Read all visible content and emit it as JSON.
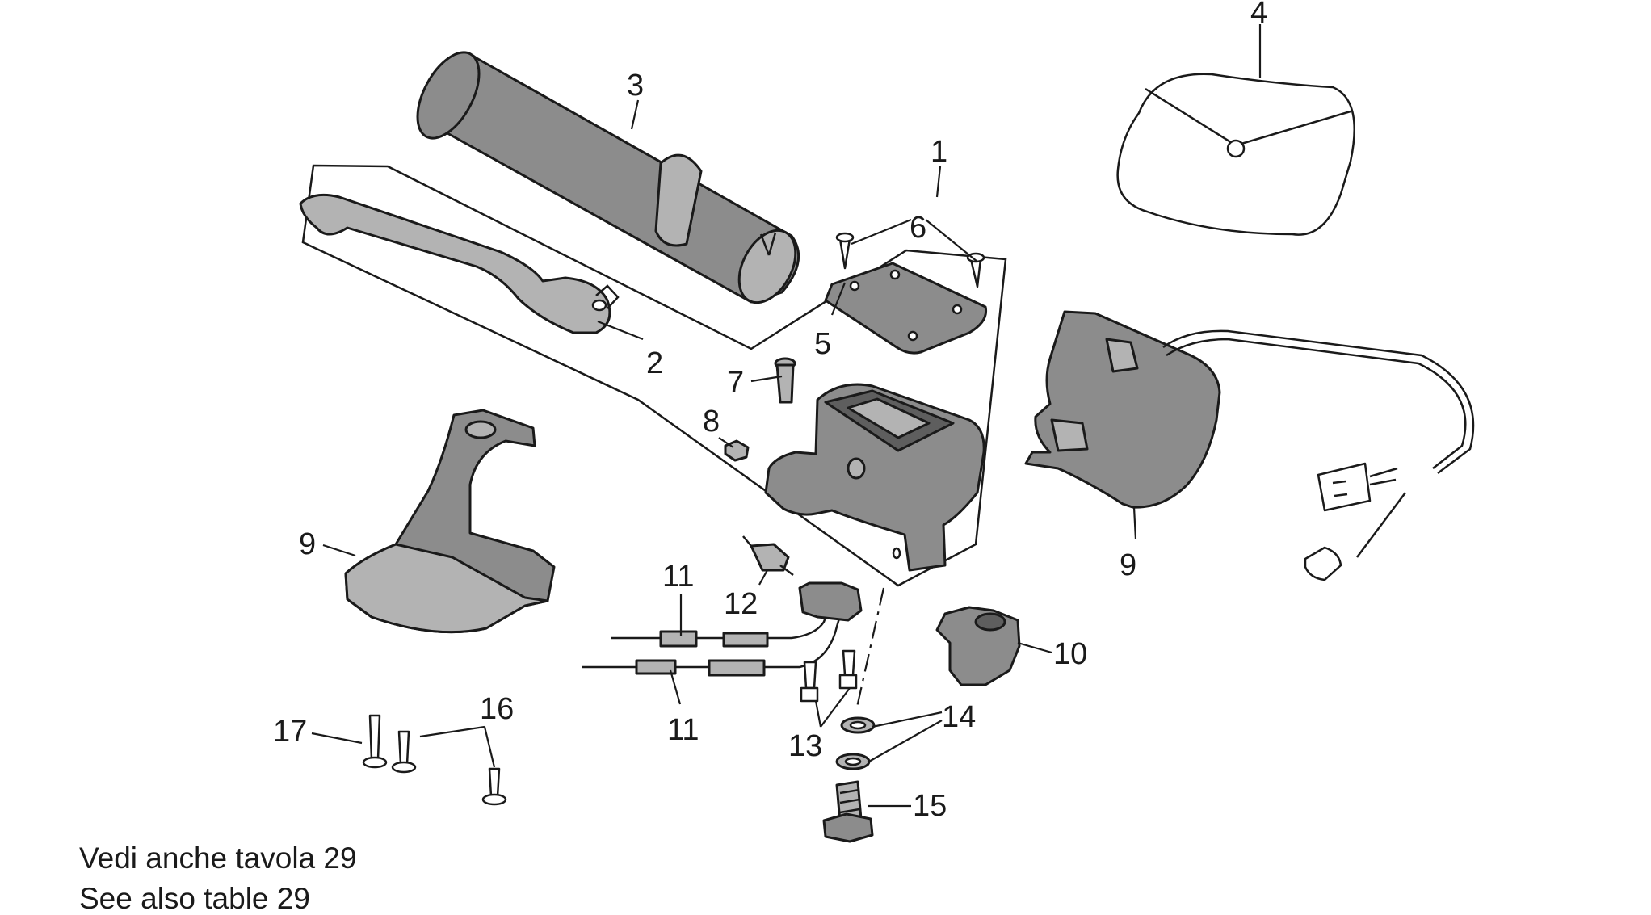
{
  "callouts": {
    "c1": "1",
    "c2": "2",
    "c3": "3",
    "c4": "4",
    "c5": "5",
    "c6": "6",
    "c7": "7",
    "c8": "8",
    "c9a": "9",
    "c9b": "9",
    "c10": "10",
    "c11a": "11",
    "c11b": "11",
    "c12": "12",
    "c13": "13",
    "c14": "14",
    "c15": "15",
    "c16": "16",
    "c17": "17"
  },
  "notes": {
    "line1": "Vedi anche tavola 29",
    "line2": "See also table 29"
  }
}
